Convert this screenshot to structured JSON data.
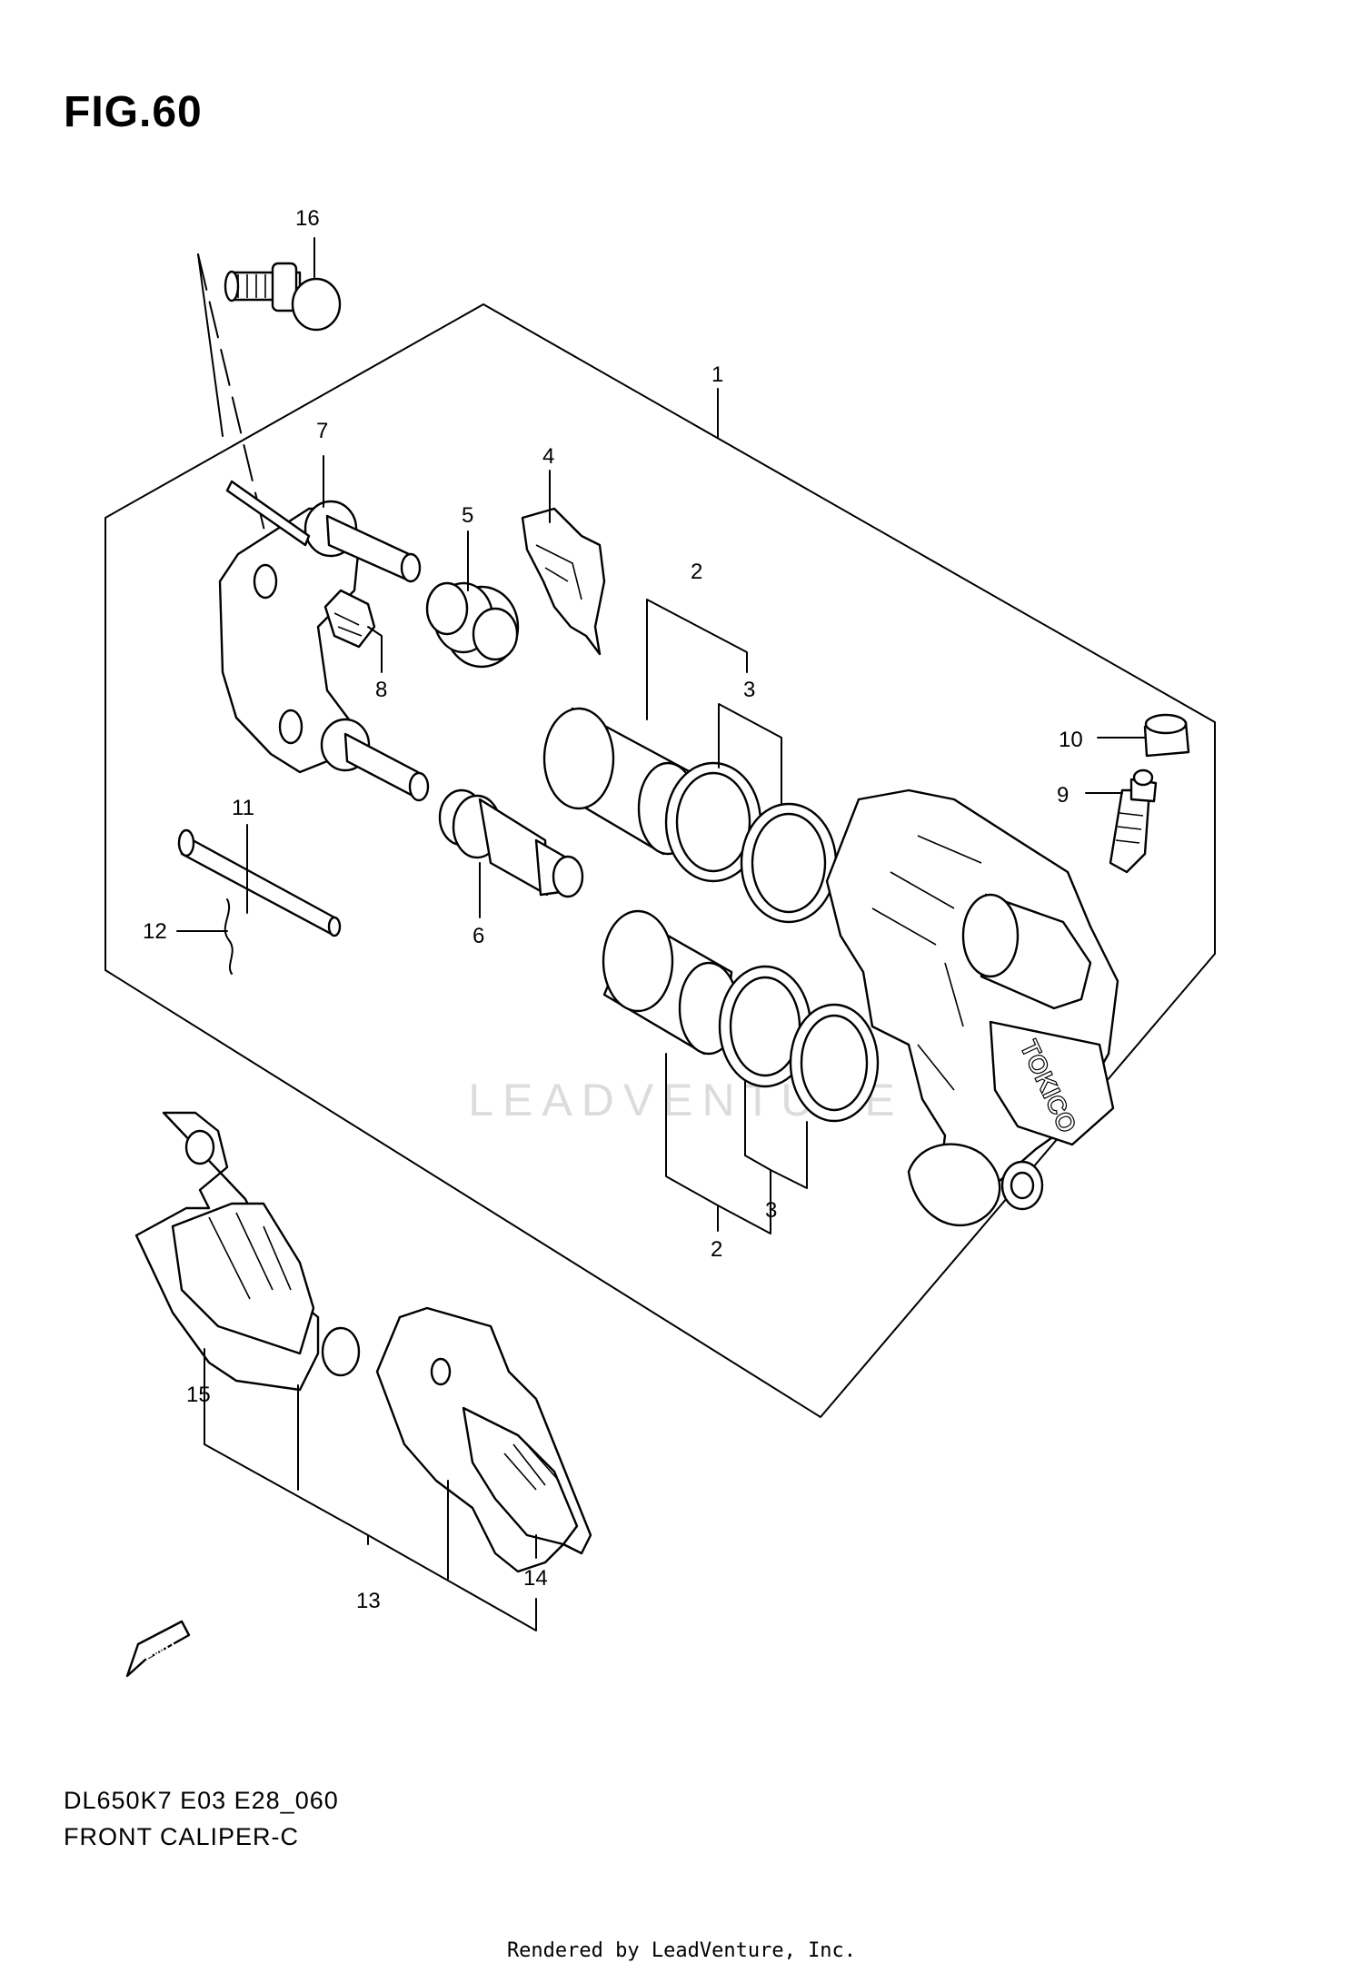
{
  "figure": {
    "title": "FIG.60",
    "code": "DL650K7 E03 E28_060",
    "name": "FRONT CALIPER-C"
  },
  "watermark": "LEADVENTURE",
  "credit": "Rendered by LeadVenture, Inc.",
  "fwd_badge": "FWD",
  "caliper_marking": "TOKICO",
  "callouts": {
    "c1": "1",
    "c2a": "2",
    "c2b": "2",
    "c3a": "3",
    "c3b": "3",
    "c4": "4",
    "c5": "5",
    "c6": "6",
    "c7": "7",
    "c8": "8",
    "c9": "9",
    "c10": "10",
    "c11": "11",
    "c12": "12",
    "c13": "13",
    "c14": "14",
    "c15": "15",
    "c16": "16"
  }
}
